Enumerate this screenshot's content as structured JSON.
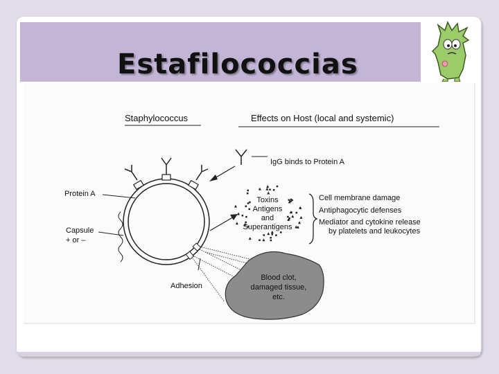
{
  "slide": {
    "title": "Estafilococcias"
  },
  "diagram": {
    "left_header": "Staphylococcus",
    "right_header": "Effects on Host (local and systemic)",
    "labels": {
      "protein_a": "Protein A",
      "capsule": "Capsule",
      "capsule_sign": "+ or –",
      "adhesion": "Adhesion",
      "igg": "IgG binds to Protein A"
    },
    "toxin_cloud": [
      "Toxins",
      "Antigens",
      "and",
      "Superantigens"
    ],
    "effects": [
      "Cell membrane damage",
      "Antiphagocytic defenses",
      "Mediator and cytokine release",
      "by platelets and leukocytes"
    ],
    "tissue": [
      "Blood clot,",
      "damaged tissue,",
      "etc."
    ]
  },
  "colors": {
    "title_bar": "#c2b5d6",
    "tissue_fill": "#8c8c8c",
    "mascot": "#9ccc6a"
  }
}
